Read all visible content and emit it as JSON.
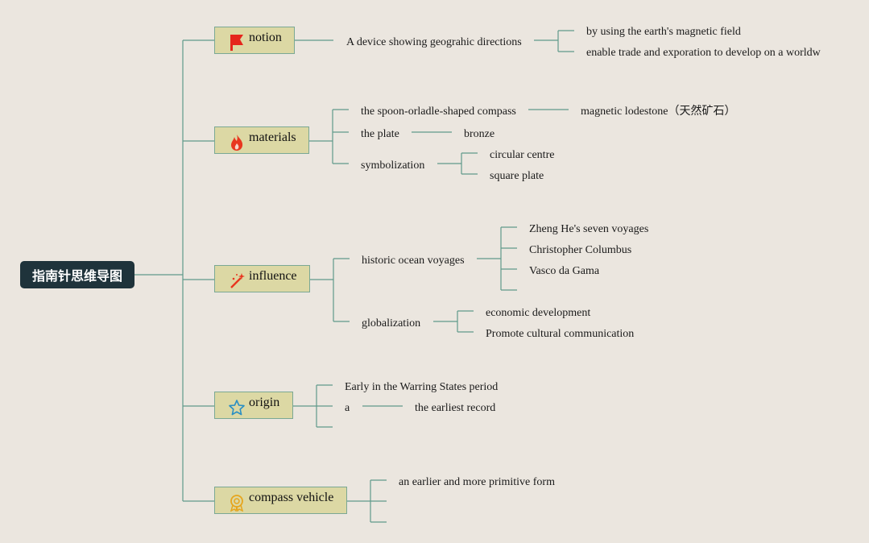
{
  "root": "指南针思维导图",
  "branches": {
    "notion": {
      "label": "notion",
      "icon": "flag-icon",
      "definition": "A device showing geograhic directions",
      "details": [
        "by using the earth's magnetic field",
        "enable trade and exporation to develop on a worldw"
      ]
    },
    "materials": {
      "label": "materials",
      "icon": "fire-icon",
      "spoon": "the spoon-orladle-shaped compass",
      "spoon_material": "magnetic lodestone（天然矿石）",
      "plate": "the plate",
      "plate_material": "bronze",
      "symbolization": "symbolization",
      "symbols": [
        "circular centre",
        "square plate"
      ]
    },
    "influence": {
      "label": "influence",
      "icon": "magic-wand-icon",
      "voyages": "historic ocean voyages",
      "voyage_items": [
        "Zheng He's seven voyages",
        "Christopher Columbus",
        "Vasco da Gama"
      ],
      "globalization": "globalization",
      "globalization_items": [
        "economic development",
        "Promote cultural communication"
      ]
    },
    "origin": {
      "label": "origin",
      "icon": "star-icon",
      "period": "Early in the Warring States period",
      "a": "a",
      "record": "the earliest record"
    },
    "vehicle": {
      "label": "compass vehicle",
      "icon": "medal-icon",
      "form": "an earlier and more primitive form"
    }
  },
  "colors": {
    "background": "#ebe6df",
    "root_fill": "#1f333b",
    "topic_fill": "#dcd8a4",
    "topic_border": "#7aa894",
    "connector": "#5f9a8a"
  }
}
